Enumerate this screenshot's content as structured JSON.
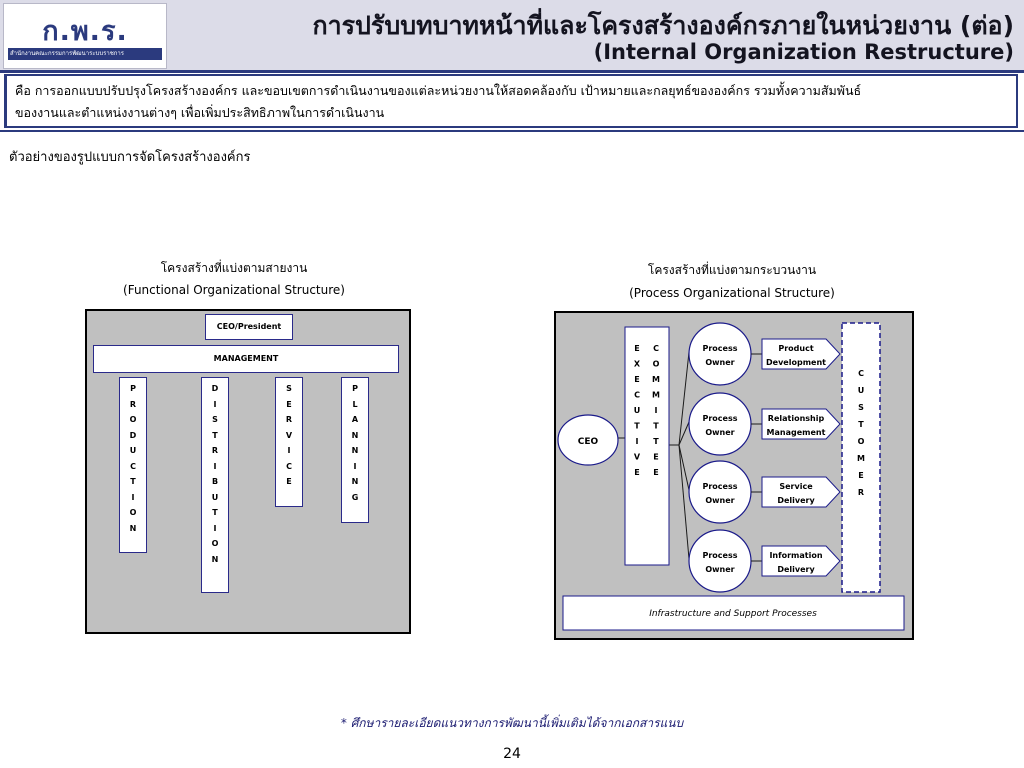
{
  "header": {
    "logo_text": "ก.พ.ร.",
    "logo_sub": "สำนักงานคณะกรรมการพัฒนาระบบราชการ",
    "title_th": "การปรับบทบาทหน้าที่และโครงสร้างองค์กรภายในหน่วยงาน (ต่อ)",
    "title_en": "(Internal Organization  Restructure)"
  },
  "definition": {
    "line1": "คือ การออกแบบปรับปรุงโครงสร้างองค์กร และขอบเขตการดำเนินงานของแต่ละหน่วยงานให้สอดคล้องกับ เป้าหมายและกลยุทธ์ขององค์กร รวมทั้งความสัมพันธ์",
    "line2": "ของงานและตำแหน่งงานต่างๆ  เพื่อเพิ่มประสิทธิภาพในการดำเนินงาน"
  },
  "subhead": "ตัวอย่างของรูปแบบการจัดโครงสร้างองค์กร",
  "functional": {
    "caption_th": "โครงสร้างที่แบ่งตามสายงาน",
    "caption_en": "(Functional Organizational Structure)",
    "ceo": "CEO/President",
    "management": "MANAGEMENT",
    "columns": [
      "PRODUCTION",
      "DISTRIBUTION",
      "SERVICE",
      "PLANNING"
    ]
  },
  "process": {
    "caption_th": "โครงสร้างที่แบ่งตามกระบวนงาน",
    "caption_en": "(Process Organizational Structure)",
    "ceo": "CEO",
    "executive": "EXECUTIVE",
    "committee": "COMMITTEE",
    "owner_line1": "Process",
    "owner_line2": "Owner",
    "processes": [
      {
        "line1": "Product",
        "line2": "Development"
      },
      {
        "line1": "Relationship",
        "line2": "Management"
      },
      {
        "line1": "Service",
        "line2": "Delivery"
      },
      {
        "line1": "Information",
        "line2": "Delivery"
      }
    ],
    "customer": "CUSTOMER",
    "infrastructure": "Infrastructure and Support Processes"
  },
  "colors": {
    "accent": "#2b3a7e",
    "panel_bg": "#c0c0c0",
    "header_bg": "#dcdce8"
  },
  "footer": {
    "note": "*  ศึกษารายละเอียดแนวทางการพัฒนานี้เพิ่มเติมได้จากเอกสารแนบ",
    "page": "24"
  }
}
